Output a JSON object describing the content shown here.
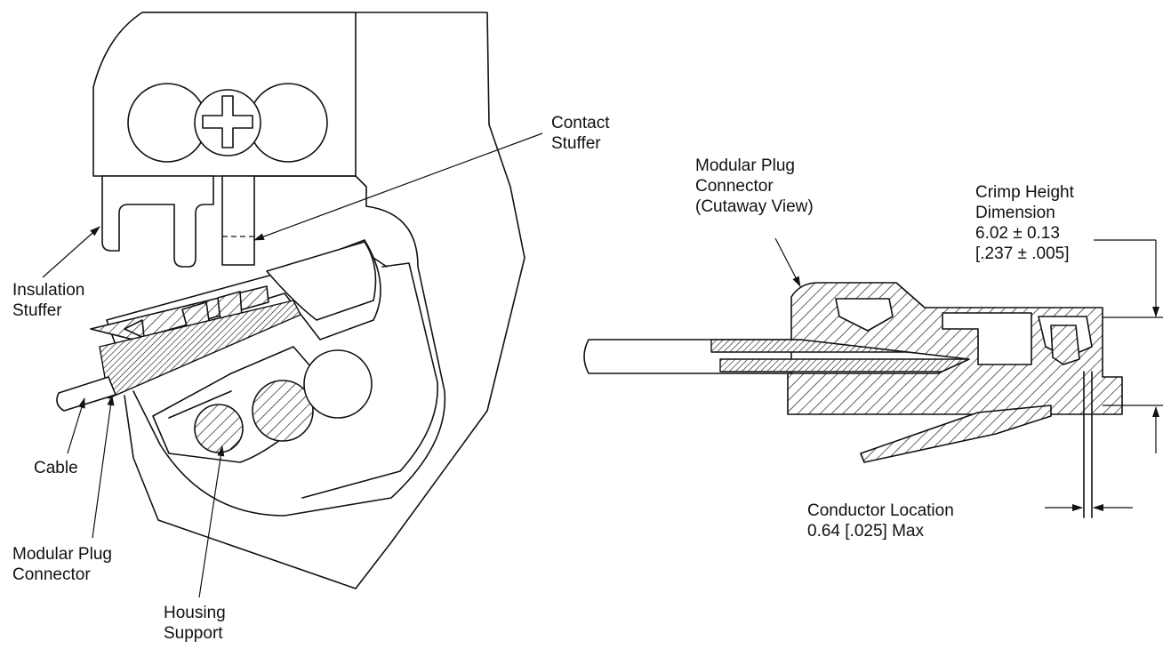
{
  "labels": {
    "contact_stuffer": [
      "Contact",
      "Stuffer"
    ],
    "insulation_stuffer": [
      "Insulation",
      "Stuffer"
    ],
    "cable": "Cable",
    "modular_plug_connector": [
      "Modular Plug",
      "Connector"
    ],
    "housing_support": [
      "Housing",
      "Support"
    ],
    "modular_plug_cutaway": [
      "Modular Plug",
      "Connector",
      "(Cutaway View)"
    ],
    "crimp_height": [
      "Crimp Height",
      "Dimension",
      "6.02 ± 0.13",
      "[.237 ± .005]"
    ],
    "conductor_location": [
      "Conductor Location",
      "0.64 [.025] Max"
    ]
  },
  "colors": {
    "line": "#111111",
    "background": "#ffffff"
  }
}
